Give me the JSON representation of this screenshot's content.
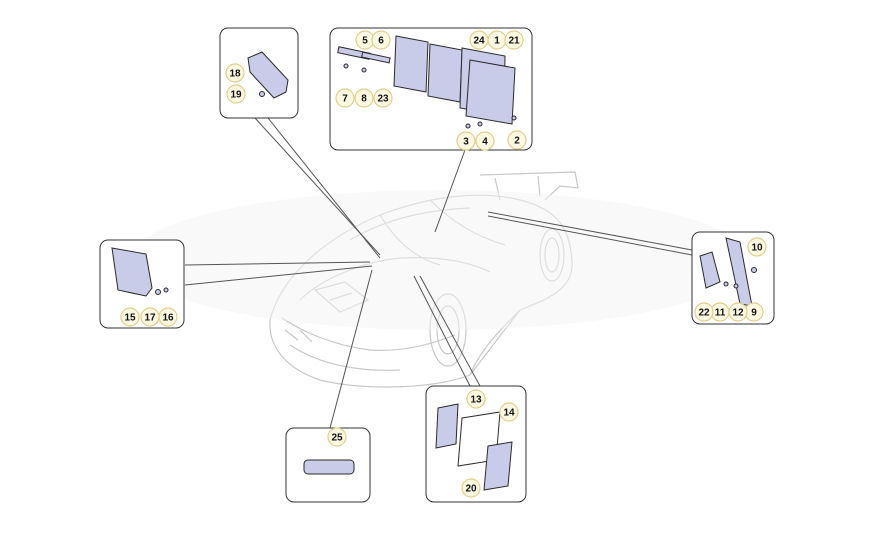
{
  "colors": {
    "callout_fill": "#fdf8e1",
    "callout_stroke": "#e2cf8c",
    "part_fill": "#c9cce8",
    "part_stroke": "#2a2a2a",
    "box_stroke": "#333333",
    "car_line": "#c8c8c8",
    "leader": "#555555"
  },
  "callouts": {
    "c1": "1",
    "c2": "2",
    "c3": "3",
    "c4": "4",
    "c5": "5",
    "c6": "6",
    "c7": "7",
    "c8": "8",
    "c9": "9",
    "c10": "10",
    "c11": "11",
    "c12": "12",
    "c13": "13",
    "c14": "14",
    "c15": "15",
    "c16": "16",
    "c17": "17",
    "c18": "18",
    "c19": "19",
    "c20": "20",
    "c21": "21",
    "c22": "22",
    "c23": "23",
    "c24": "24",
    "c25": "25"
  }
}
